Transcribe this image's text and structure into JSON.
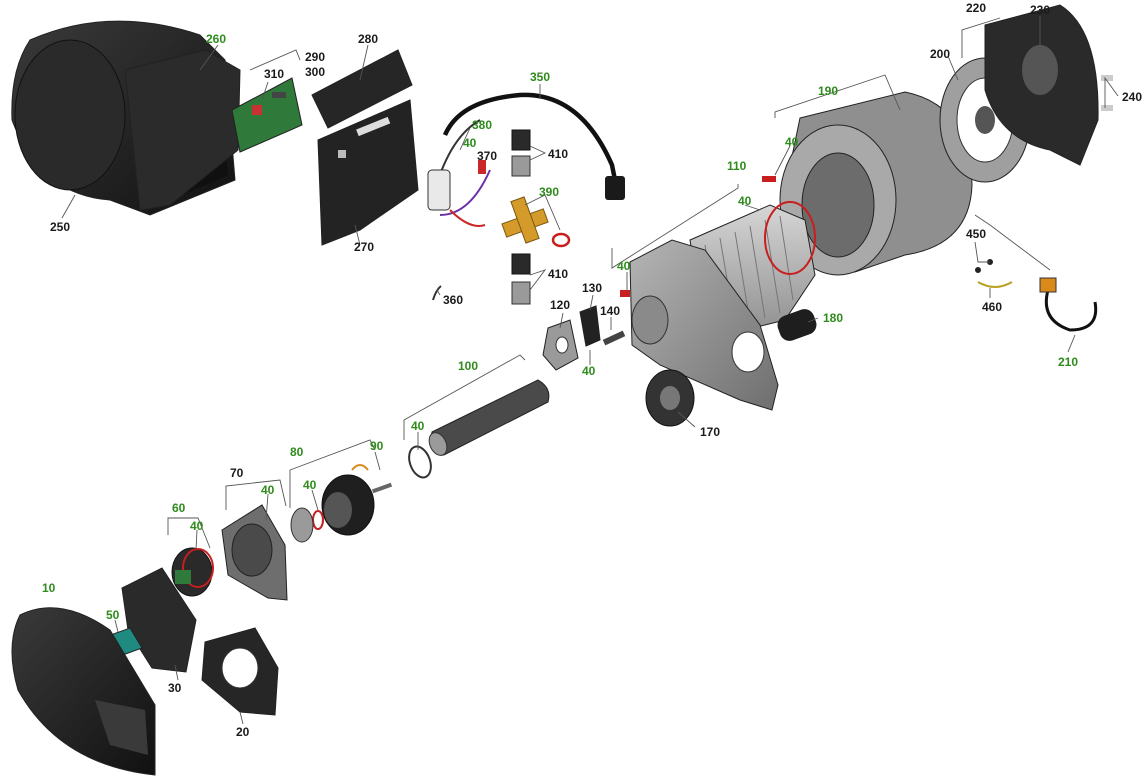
{
  "labels": {
    "p10": "10",
    "p20": "20",
    "p30": "30",
    "p40": "40",
    "p50": "50",
    "p60": "60",
    "p70": "70",
    "p80": "80",
    "p90": "90",
    "p100": "100",
    "p110": "110",
    "p120": "120",
    "p130": "130",
    "p140": "140",
    "p170": "170",
    "p180": "180",
    "p190": "190",
    "p200": "200",
    "p210": "210",
    "p220": "220",
    "p230": "230",
    "p240": "240",
    "p250": "250",
    "p260": "260",
    "p270": "270",
    "p280": "280",
    "p290": "290",
    "p300": "300",
    "p310": "310",
    "p350": "350",
    "p360": "360",
    "p370": "370",
    "p380": "380",
    "p390": "390",
    "p410": "410",
    "p450": "450",
    "p460": "460"
  },
  "colors": {
    "label_black": "#1a1a1a",
    "label_green": "#2e8b1c",
    "part_dark": "#1e1e1e",
    "part_grey": "#8a8a8a",
    "part_light": "#c8c8c8",
    "seal_red": "#c81e1e",
    "connector_orange": "#d98a1a",
    "pcb_green": "#2f7a3a"
  }
}
